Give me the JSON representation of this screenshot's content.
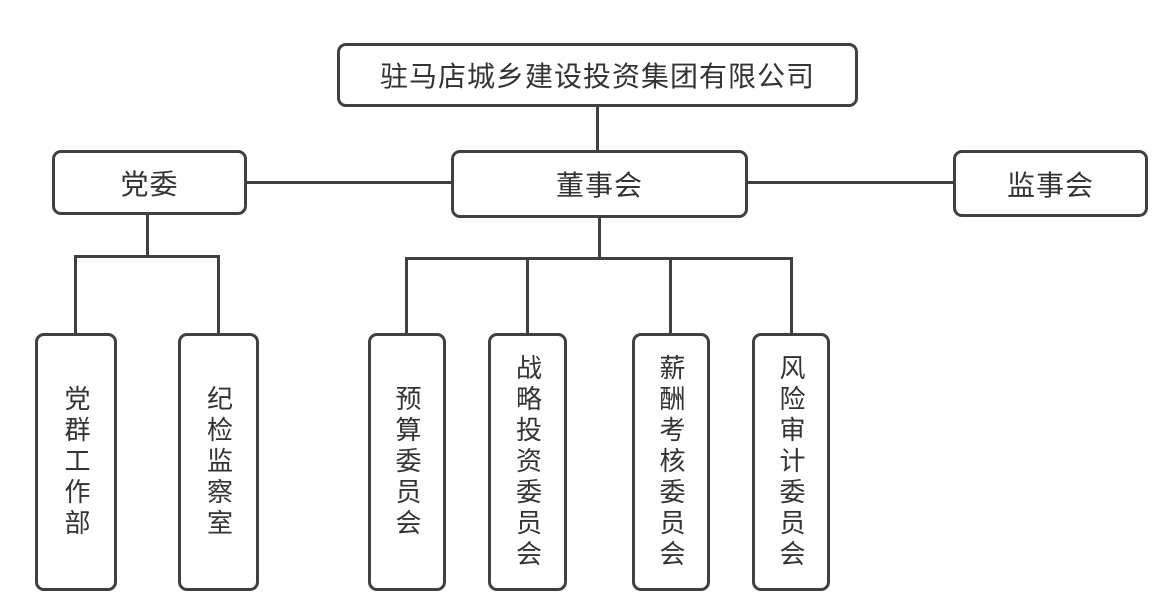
{
  "org_chart": {
    "root": {
      "label": "驻马店城乡建设投资集团有限公司"
    },
    "level2": {
      "party_committee": {
        "label": "党委"
      },
      "board_of_directors": {
        "label": "董事会"
      },
      "supervisory_board": {
        "label": "监事会"
      }
    },
    "party_children": [
      {
        "label": "党群工作部"
      },
      {
        "label": "纪检监察室"
      }
    ],
    "board_children": [
      {
        "label": "预算委员会"
      },
      {
        "label": "战略投资委员会"
      },
      {
        "label": "薪酬考核委员会"
      },
      {
        "label": "风险审计委员会"
      }
    ],
    "colors": {
      "line": "#404040",
      "text": "#333333",
      "background": "#ffffff"
    }
  }
}
